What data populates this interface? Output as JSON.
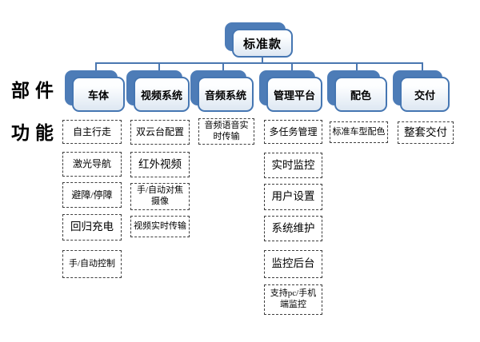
{
  "diagram": {
    "root": {
      "label": "标准款"
    },
    "row_labels": {
      "components": "部件",
      "functions": "功能"
    },
    "columns": [
      {
        "header": "车体",
        "items": [
          "自主行走",
          "激光导航",
          "避障/停障",
          "回归充电",
          "手/自动控制"
        ]
      },
      {
        "header": "视频系统",
        "items": [
          "双云台配置",
          "红外视频",
          "手/自动对焦摄像",
          "视频实时传输"
        ]
      },
      {
        "header": "音频系统",
        "items": [
          "音频语音实时传输"
        ]
      },
      {
        "header": "管理平台",
        "items": [
          "多任务管理",
          "实时监控",
          "用户设置",
          "系统维护",
          "监控后台",
          "支持pc/手机端监控"
        ]
      },
      {
        "header": "配色",
        "items": [
          "标准车型配色"
        ]
      },
      {
        "header": "交付",
        "items": [
          "整套交付"
        ]
      }
    ],
    "colors": {
      "accent_blue": "#4f81bd",
      "node_shadow_blue": "#4d7cb7",
      "node_border_blue": "#4576b2",
      "node_fill_top": "#fdfeff",
      "node_fill_bottom": "#dde7f2",
      "connector_blue": "#4a77b0",
      "dashed_border_gray": "#3f3f3f",
      "text_black": "#000000",
      "background": "#ffffff"
    }
  }
}
